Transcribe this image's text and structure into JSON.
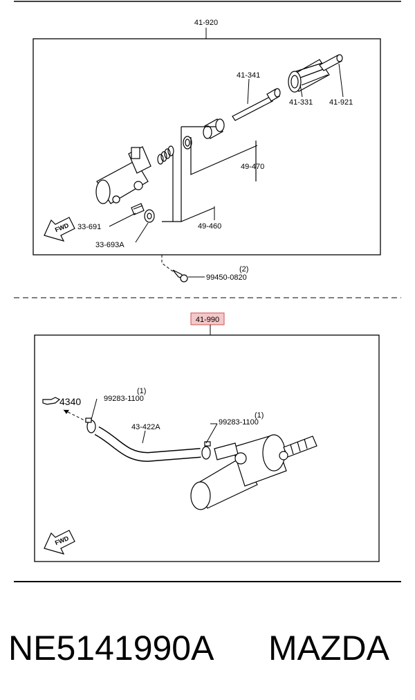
{
  "upper_assembly": {
    "number": "41-920",
    "parts": {
      "p41_341": "41-341",
      "p41_331": "41-331",
      "p41_921": "41-921",
      "p49_470": "49-470",
      "p49_460": "49-460",
      "p33_691": "33-691",
      "p33_693a": "33-693A"
    },
    "bolt": {
      "number": "99450-0820",
      "qty": "(2)"
    },
    "fwd_label": "FWD"
  },
  "lower_assembly": {
    "number": "41-990",
    "highlight_color": "#f4c8c8",
    "highlight_border": "#d05050",
    "parts": {
      "clamp_1": {
        "number": "99283-1100",
        "qty": "(1)"
      },
      "clamp_2": {
        "number": "99283-1100",
        "qty": "(1)"
      },
      "hose": "43-422A",
      "ref": "4340"
    },
    "fwd_label": "FWD"
  },
  "footer": {
    "part_number": "NE5141990A",
    "brand": "MAZDA"
  }
}
